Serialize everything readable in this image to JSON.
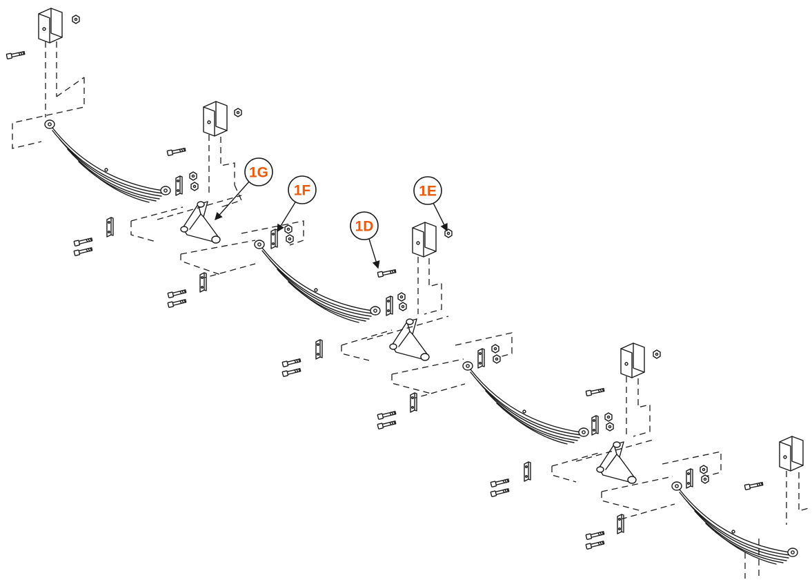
{
  "callouts": [
    {
      "id": "1G",
      "label": "1G"
    },
    {
      "id": "1F",
      "label": "1F"
    },
    {
      "id": "1E",
      "label": "1E"
    },
    {
      "id": "1D",
      "label": "1D"
    }
  ],
  "colors": {
    "callout_text": "#e85a0c",
    "line_art": "#1a1a1a",
    "background": "#ffffff"
  }
}
